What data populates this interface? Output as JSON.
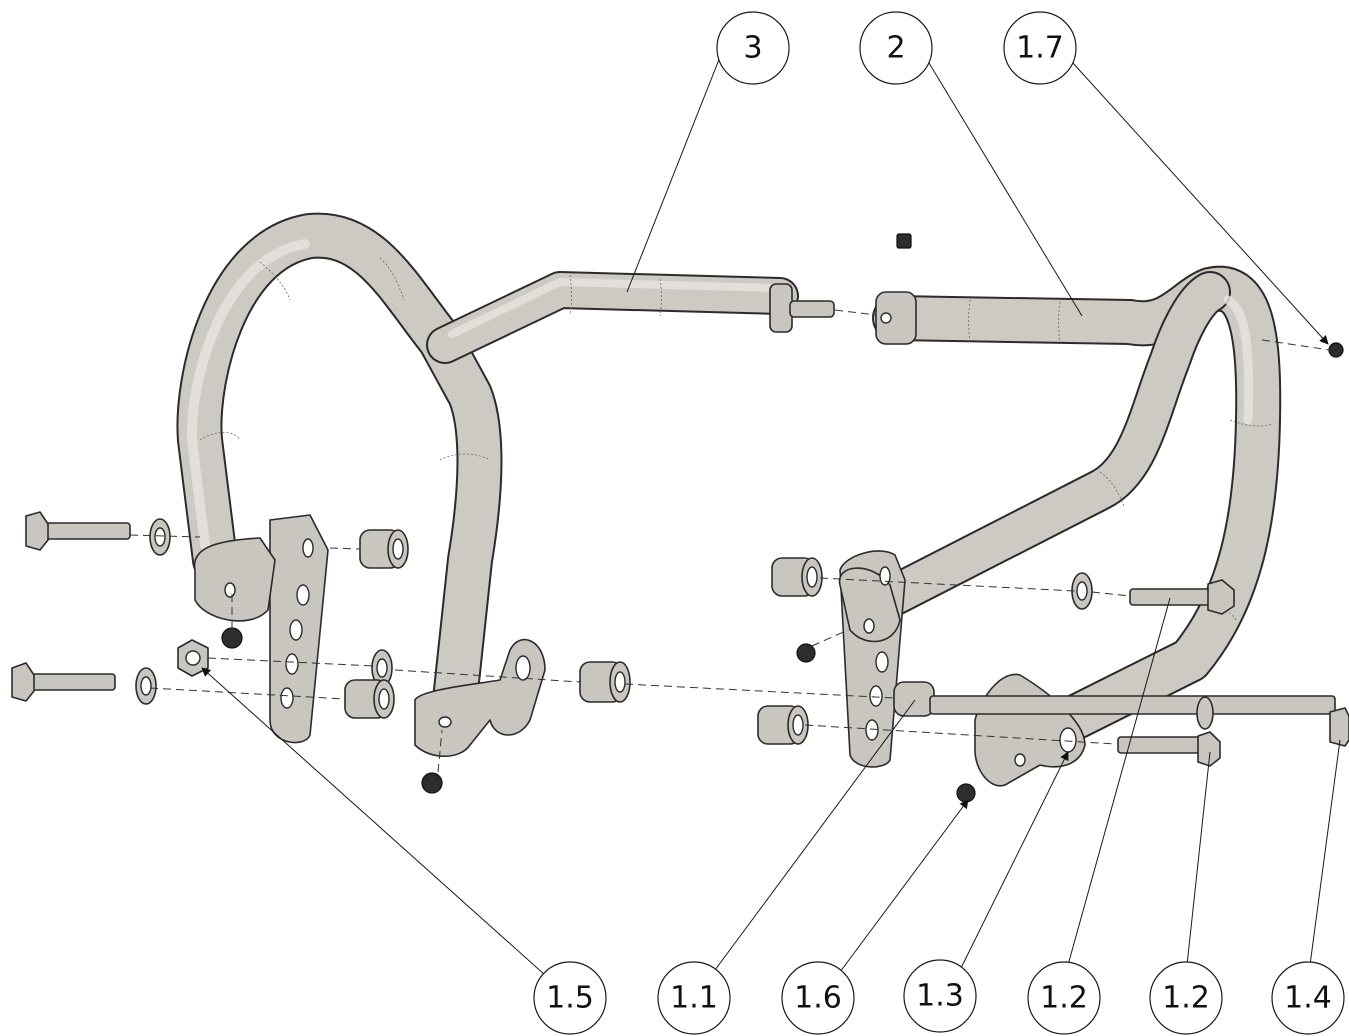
{
  "balloons": {
    "b3": "3",
    "b2": "2",
    "b17": "1.7",
    "b15": "1.5",
    "b11": "1.1",
    "b16": "1.6",
    "b13": "1.3",
    "b12a": "1.2",
    "b12b": "1.2",
    "b14": "1.4"
  },
  "colors": {
    "tube": "#c9c5bf",
    "outline": "#2b2b2b",
    "fastener_dark": "#2d2d2d",
    "background": "#ffffff"
  }
}
